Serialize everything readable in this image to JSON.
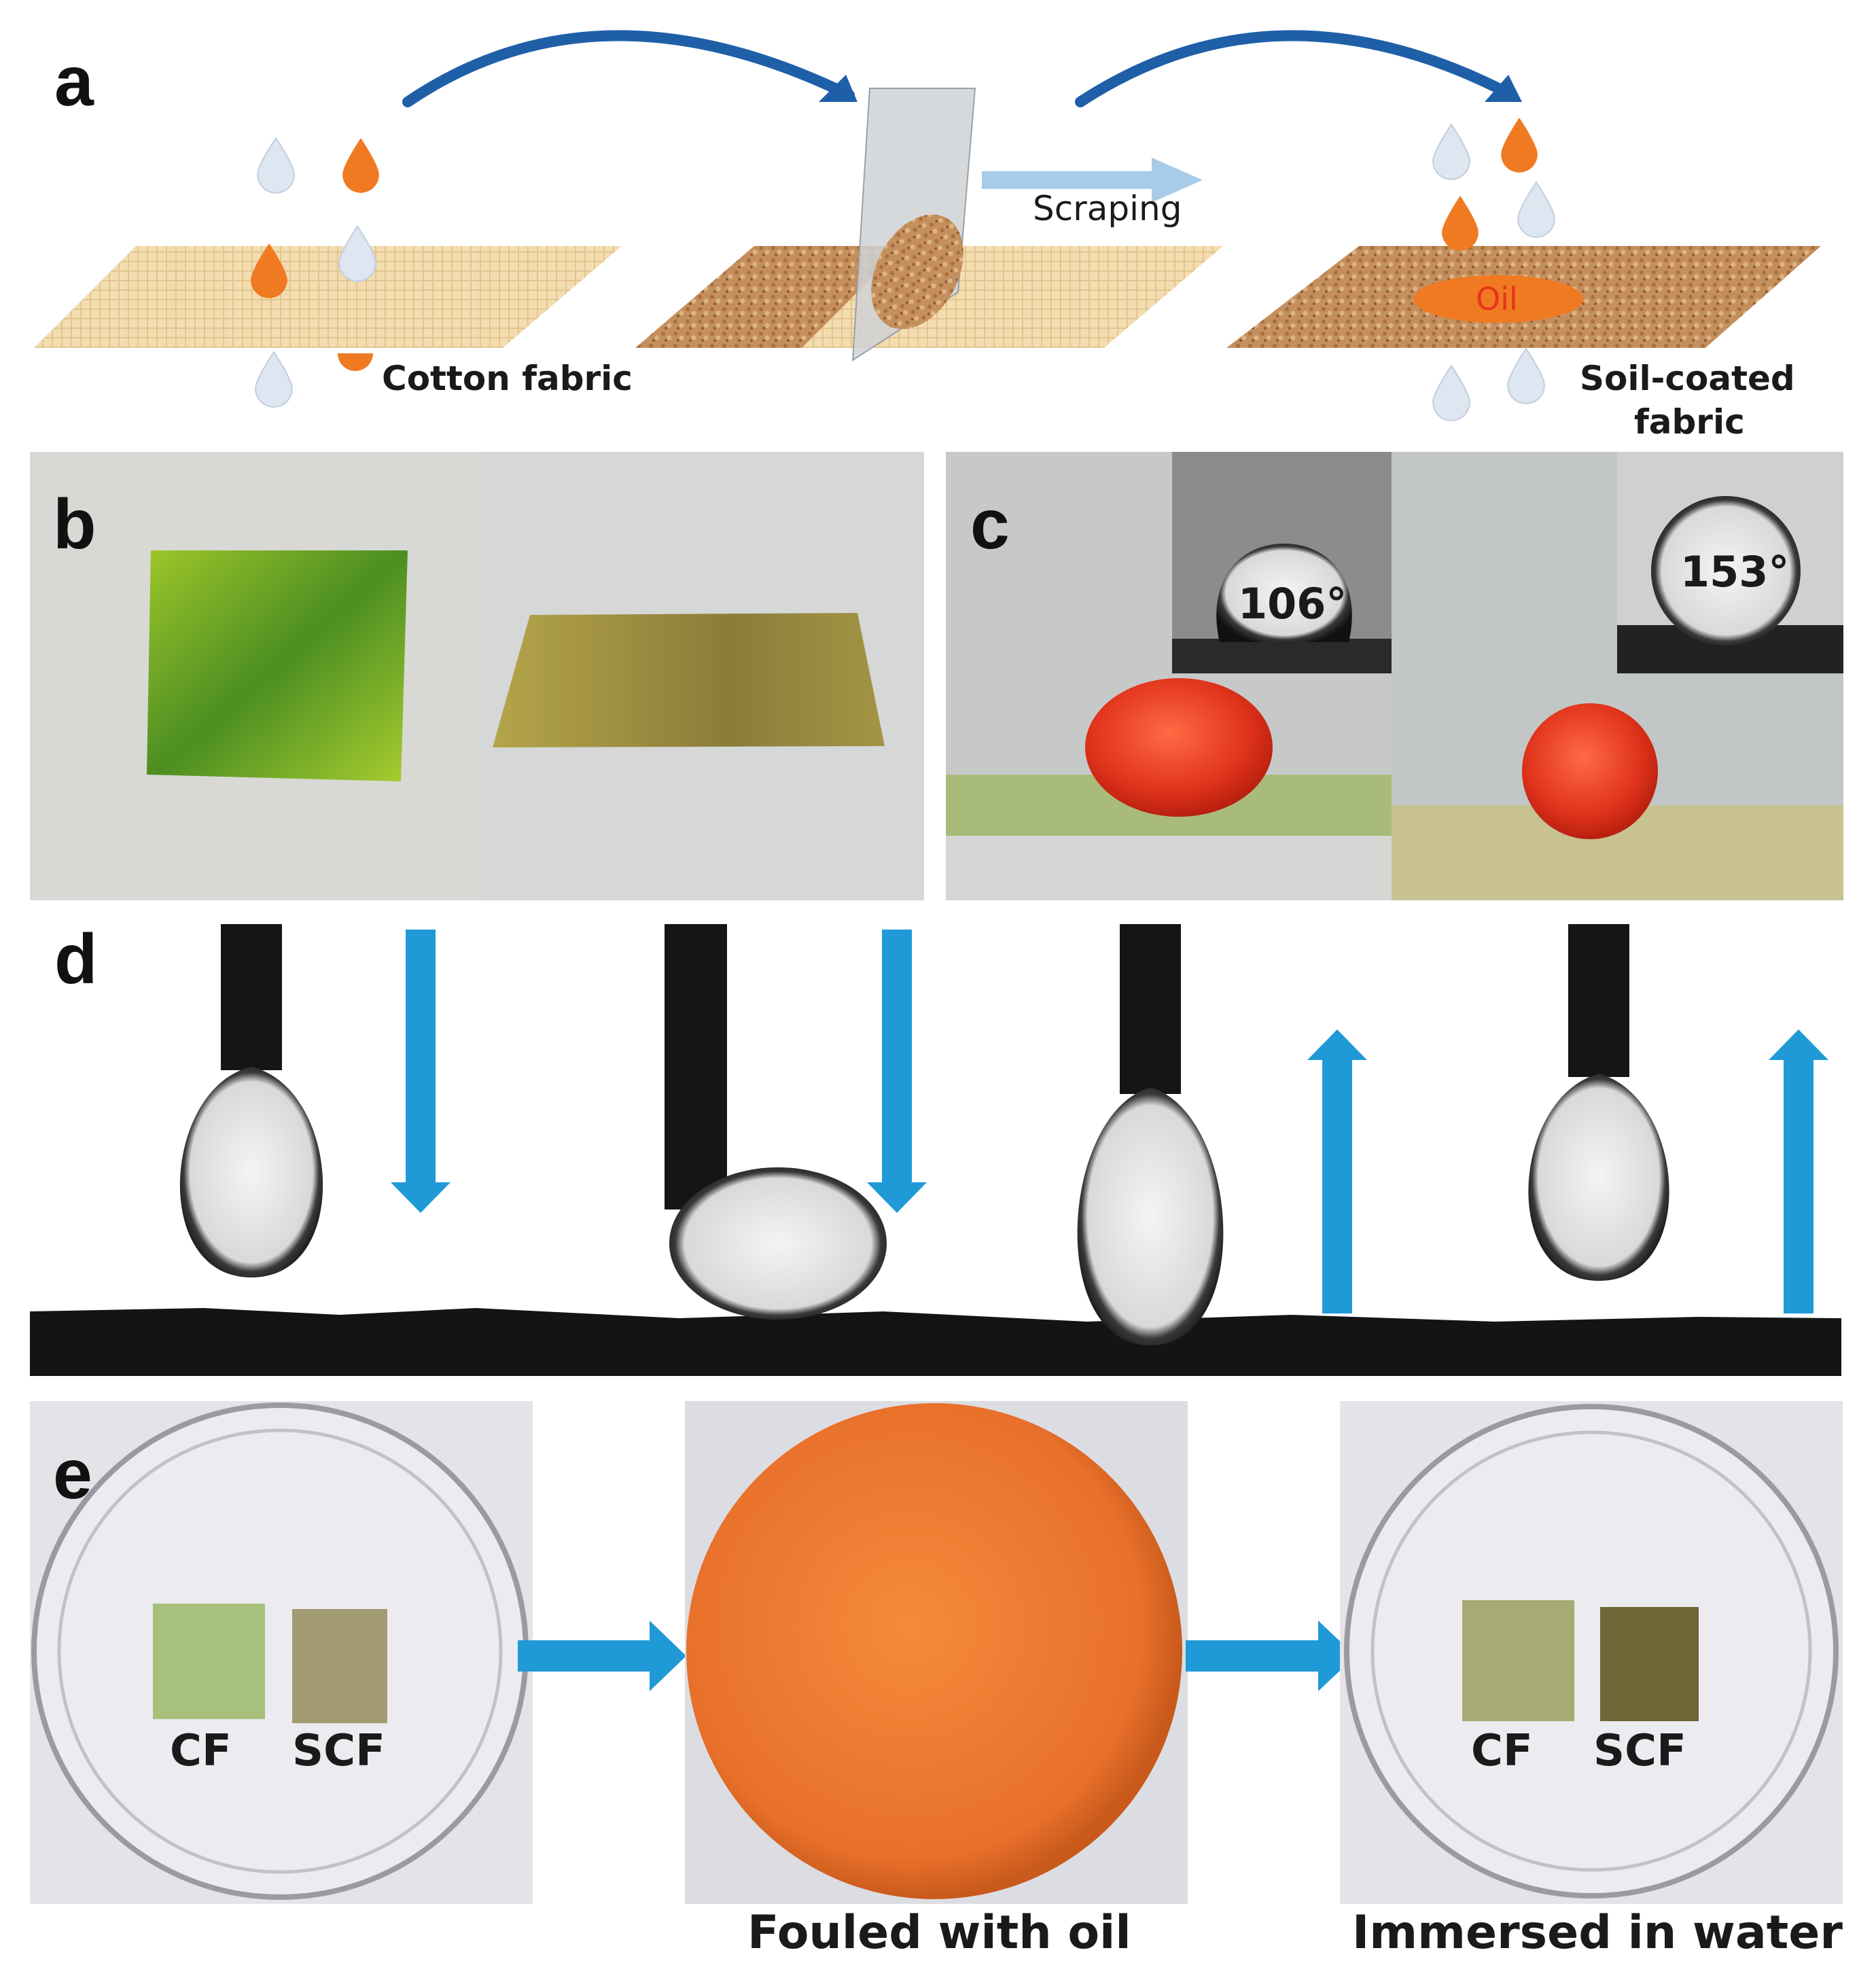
{
  "panels": {
    "a": {
      "letter": "a",
      "labels": {
        "cotton": "Cotton fabric",
        "scraping": "Scraping",
        "oil": "Oil",
        "soil_line1": "Soil-coated",
        "soil_line2": "fabric"
      }
    },
    "b": {
      "letter": "b"
    },
    "c": {
      "letter": "c",
      "angles": [
        "106°",
        "153°"
      ]
    },
    "d": {
      "letter": "d"
    },
    "e": {
      "letter": "e",
      "sample_labels": [
        "CF",
        "SCF"
      ],
      "captions": [
        "Fouled with oil",
        "Immersed in water"
      ]
    }
  },
  "colors": {
    "water_drop": "#dde6f1",
    "oil_drop": "#f07a22",
    "arrow_blue": "#1f9ad6",
    "curve_blue": "#1f5fa8",
    "fabric": "#f3ddb0",
    "soil": "#c99a6a",
    "oil_red": "#e8321a"
  },
  "icons": [
    "water-drop-icon",
    "oil-drop-icon",
    "curved-arrow-icon",
    "down-arrow-icon",
    "up-arrow-icon",
    "right-arrow-icon"
  ]
}
